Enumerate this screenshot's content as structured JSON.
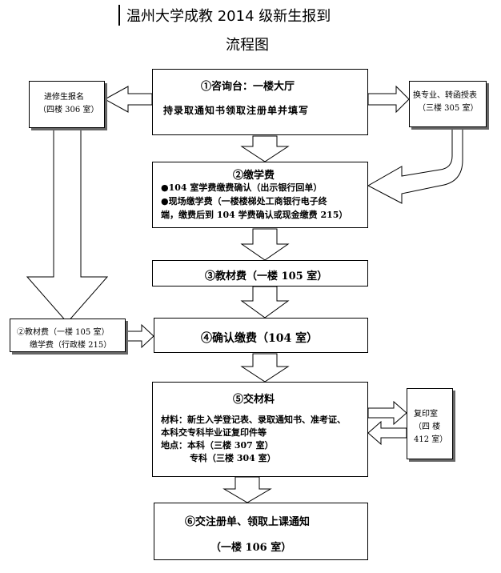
{
  "title": {
    "line1": "温州大学成教 2014 级新生报到",
    "line2": "流程图"
  },
  "steps": {
    "s1": {
      "label": "①咨询台：一楼大厅",
      "detail": "持录取通知书领取注册单并填写"
    },
    "s2": {
      "label": "②缴学费",
      "bullet1": "●104 室学费缴费确认（出示银行回单）",
      "bullet2a": "●现场缴学费（一楼楼梯处工商银行电子终",
      "bullet2b": "端，缴费后到 104 学费确认或现金缴费 215）"
    },
    "s3": {
      "label": "③教材费（一楼 105 室）"
    },
    "s4": {
      "label": "④确认缴费（104 室）"
    },
    "s5": {
      "label": "⑤交材料",
      "materials_a": "材料：新生入学登记表、录取通知书、准考证、",
      "materials_b": "本科交专科毕业证复印件等",
      "location_a": "地点：本科（三楼 307 室）",
      "location_b": "专科（三楼 304 室）"
    },
    "s6": {
      "label": "⑥交注册单、领取上课通知",
      "room": "（一楼 106 室）"
    }
  },
  "side": {
    "left_top": {
      "line1": "进修生报名",
      "line2": "（四楼 306 室）"
    },
    "right_top": {
      "line1": "换专业、转函授表",
      "line2": "（三楼 305 室）"
    },
    "left_mid": {
      "line1": "②教材费（一楼 105 室）",
      "line2": "缴学费（行政楼 215）"
    },
    "copy_room": {
      "line1": "复印室",
      "line2": "（四 楼",
      "line3": "412 室）"
    }
  }
}
